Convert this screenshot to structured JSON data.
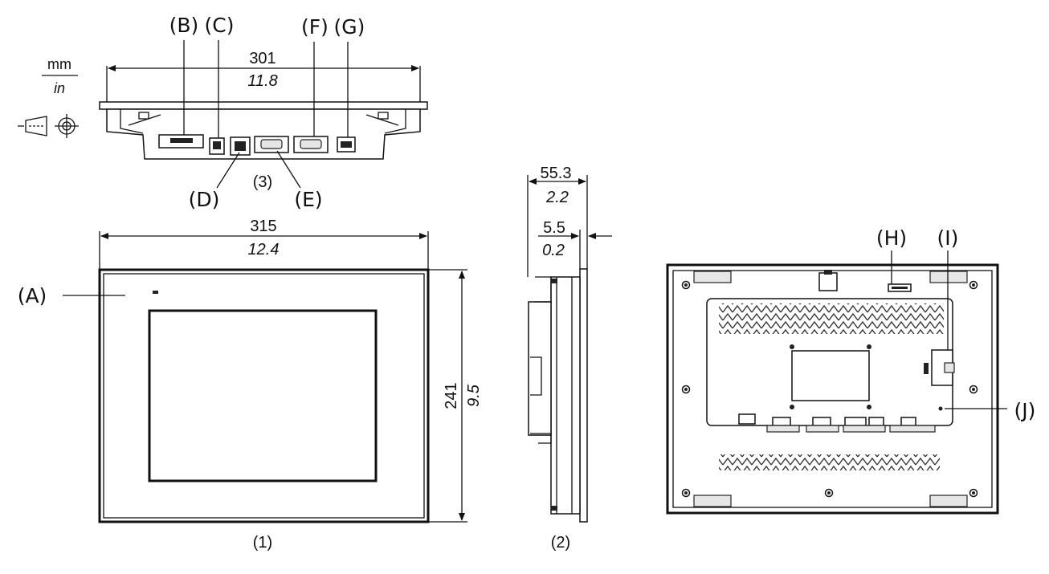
{
  "units": {
    "top": "mm",
    "bottom": "in"
  },
  "icons": {
    "projection": "third-angle-projection-icon"
  },
  "top_view": {
    "width_mm": "301",
    "width_in": "11.8",
    "caption": "(3)",
    "callouts": {
      "b": "(B)",
      "c": "(C)",
      "d": "(D)",
      "e": "(E)",
      "f": "(F)",
      "g": "(G)"
    }
  },
  "front_view": {
    "width_mm": "315",
    "width_in": "12.4",
    "height_mm": "241",
    "height_in": "9.5",
    "caption": "(1)",
    "callouts": {
      "a": "(A)"
    }
  },
  "side_view": {
    "depth_mm": "55.3",
    "depth_in": "2.2",
    "bezel_mm": "5.5",
    "bezel_in": "0.2",
    "caption": "(2)"
  },
  "rear_view": {
    "callouts": {
      "h": "(H)",
      "i": "(I)",
      "j": "(J)"
    }
  }
}
